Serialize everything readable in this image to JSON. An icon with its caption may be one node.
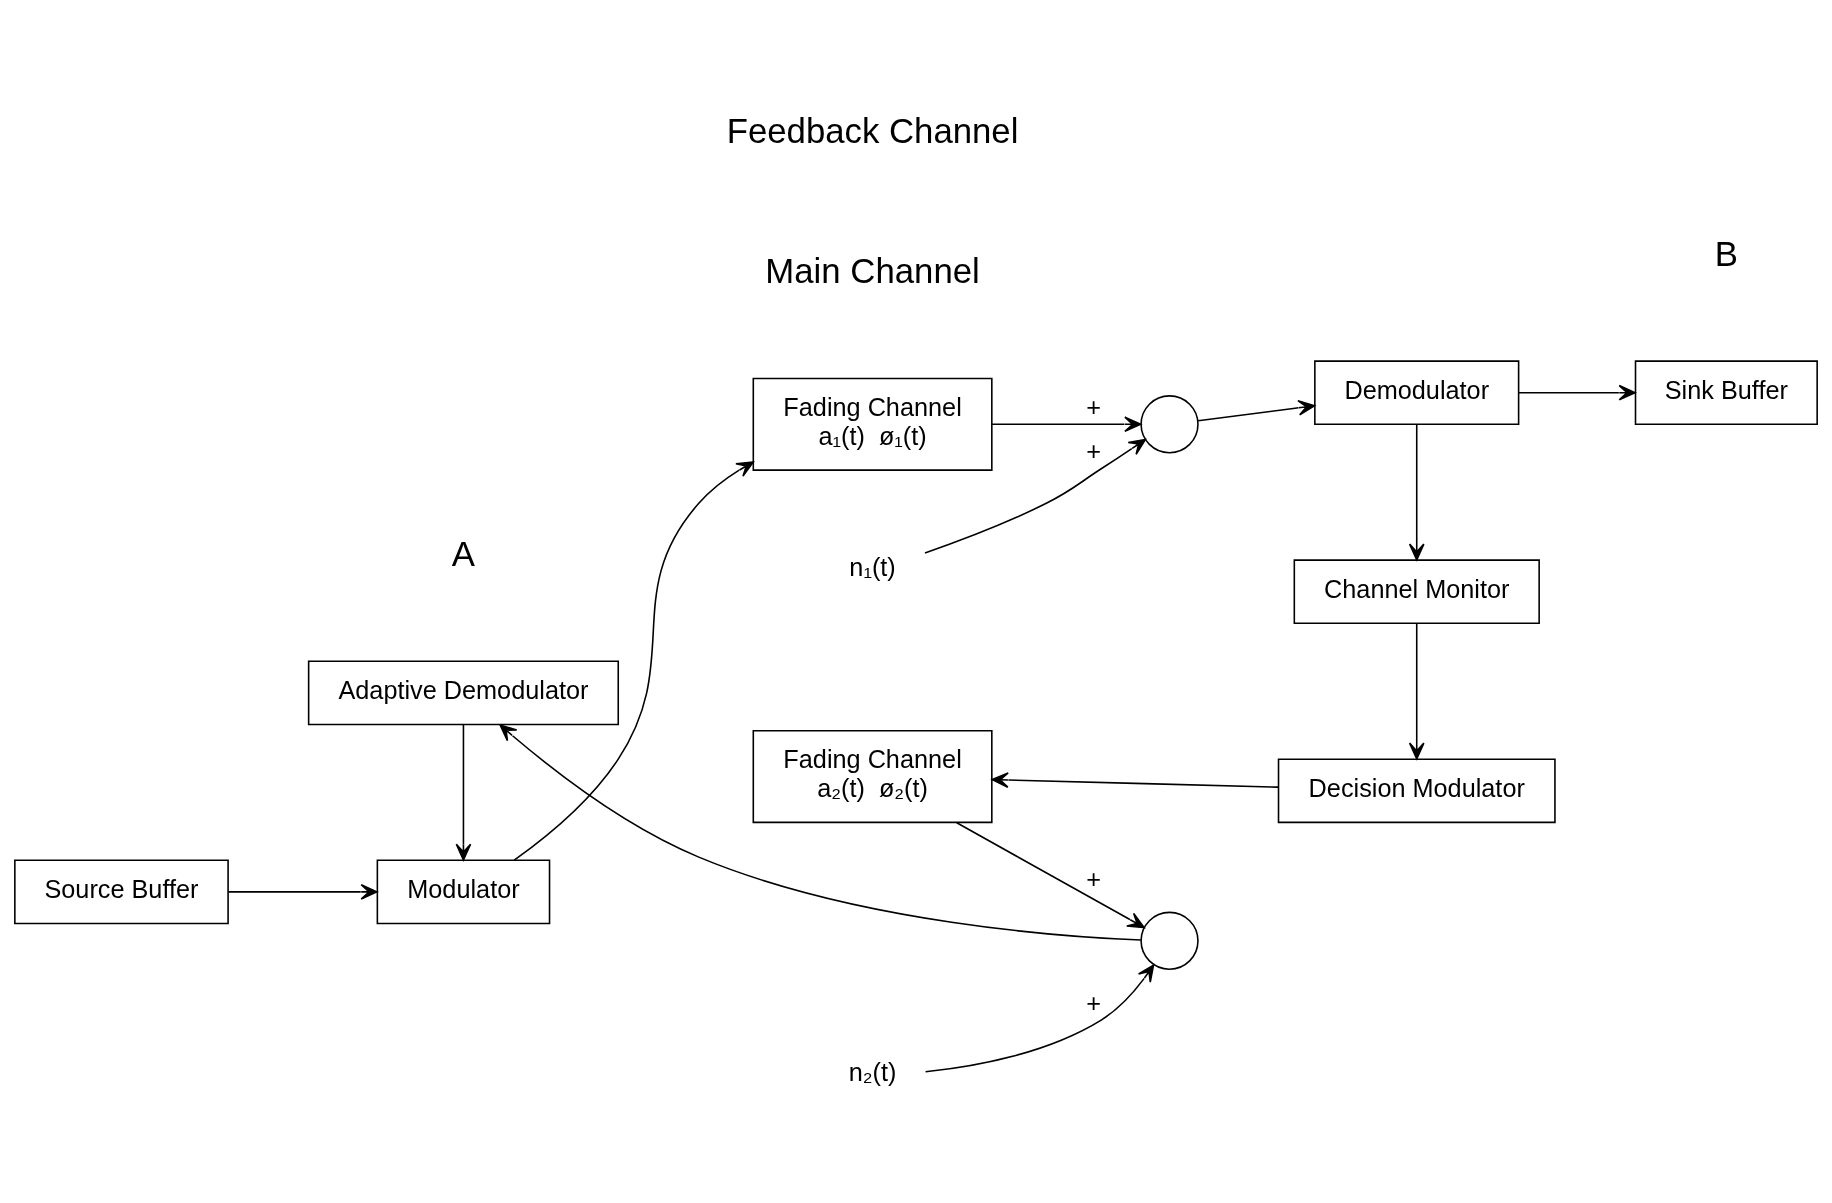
{
  "diagram": {
    "nodes": [
      {
        "text": [
          "Source Buffer"
        ]
      },
      {
        "text": [
          "Modulator"
        ]
      },
      {
        "text": [
          "Fading Channel",
          "a₁(t)  ø₁(t)"
        ]
      },
      {
        "text": [],
        "shape": "circle"
      },
      {
        "text": [
          "n₁(t)"
        ]
      },
      {
        "text": [
          "Demodulator"
        ]
      },
      {
        "text": [
          "Sink Buffer"
        ]
      },
      {
        "text": [
          "Channel Monitor"
        ]
      },
      {
        "text": [
          "Decision Modulator"
        ]
      },
      {
        "text": [
          "Fading Channel",
          "a₂(t)  ø₂(t)"
        ]
      },
      {
        "text": [],
        "shape": "circle"
      },
      {
        "text": [
          "n₂(t)"
        ]
      },
      {
        "text": [
          "Adaptive Demodulator"
        ]
      }
    ],
    "edges": [
      {
        "from": 0,
        "to": 1,
        "arrow": "to"
      },
      {
        "from": 1,
        "to": 2,
        "arrow": "to"
      },
      {
        "from": 2,
        "to": 3,
        "arrow": "to",
        "label": "+"
      },
      {
        "from": 4,
        "to": 3,
        "arrow": "to",
        "label": "+"
      },
      {
        "from": 3,
        "to": 5,
        "arrow": "to"
      },
      {
        "from": 5,
        "to": 6,
        "arrow": "to"
      },
      {
        "from": 5,
        "to": 7,
        "arrow": "to"
      },
      {
        "from": 7,
        "to": 8,
        "arrow": "to"
      },
      {
        "from": 8,
        "to": 9,
        "arrow": "to"
      },
      {
        "from": 9,
        "to": 10,
        "arrow": "to",
        "label": "+"
      },
      {
        "from": 11,
        "to": 10,
        "arrow": "to",
        "label": "+"
      },
      {
        "from": 10,
        "to": 12,
        "arrow": "to"
      },
      {
        "from": 12,
        "to": 1,
        "arrow": "to"
      }
    ],
    "labels": [
      "A",
      "B",
      "Main Channel",
      "Feedback Channel"
    ]
  }
}
